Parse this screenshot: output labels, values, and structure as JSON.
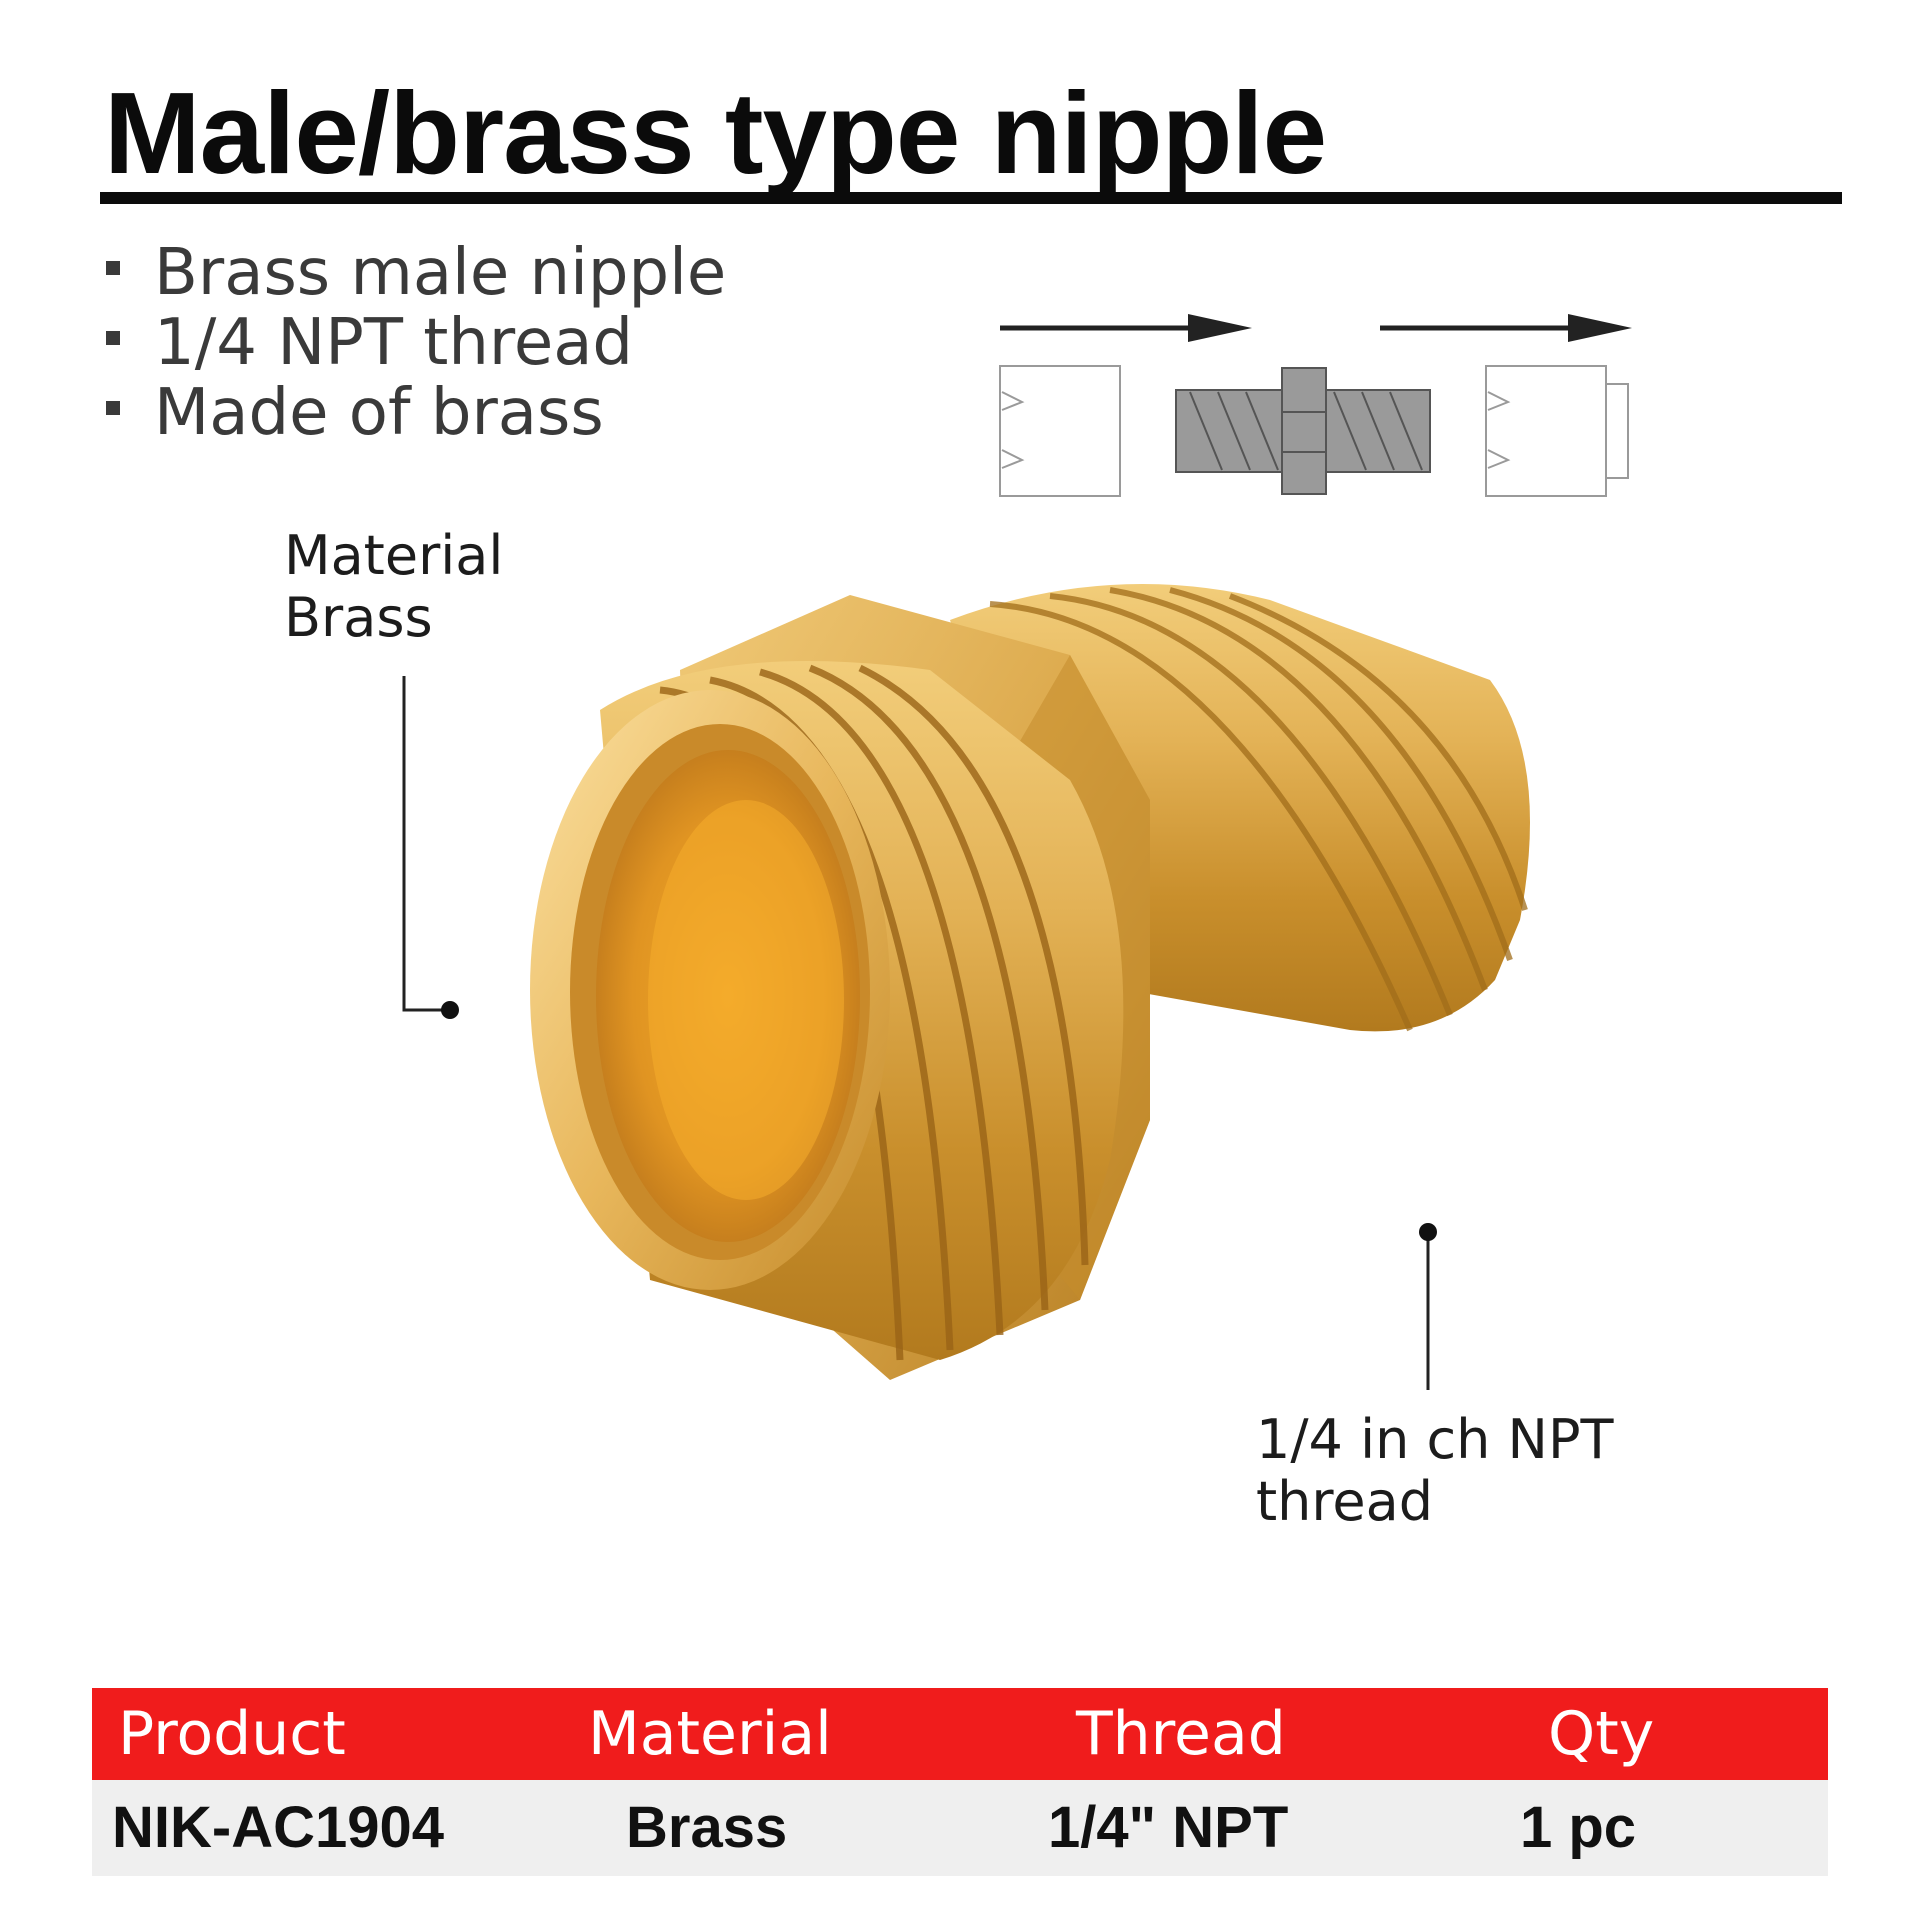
{
  "page": {
    "title": "Male/brass type nipple"
  },
  "features": [
    {
      "text": "Brass male nipple"
    },
    {
      "text": "1/4 NPT thread"
    },
    {
      "text": "Made of brass"
    }
  ],
  "callouts": {
    "material_label": "Material",
    "material_value": "Brass",
    "thread_line1": "1/4 in ch NPT",
    "thread_line2": "thread"
  },
  "spec_table": {
    "headers": [
      "Product",
      "Material",
      "Thread",
      "Qty"
    ],
    "row": [
      "NIK-AC1904",
      "Brass",
      "1/4\" NPT",
      "1 pc"
    ]
  },
  "colors": {
    "accent_red": "#f01c1c",
    "brass": "#e2b04a",
    "brass_dark": "#a8701a",
    "text_dark": "#111111",
    "table_row_bg": "#efefef"
  },
  "icons": [
    "flow-arrow-icon",
    "female-fitting-icon",
    "male-nipple-icon",
    "leader-dot-icon"
  ]
}
